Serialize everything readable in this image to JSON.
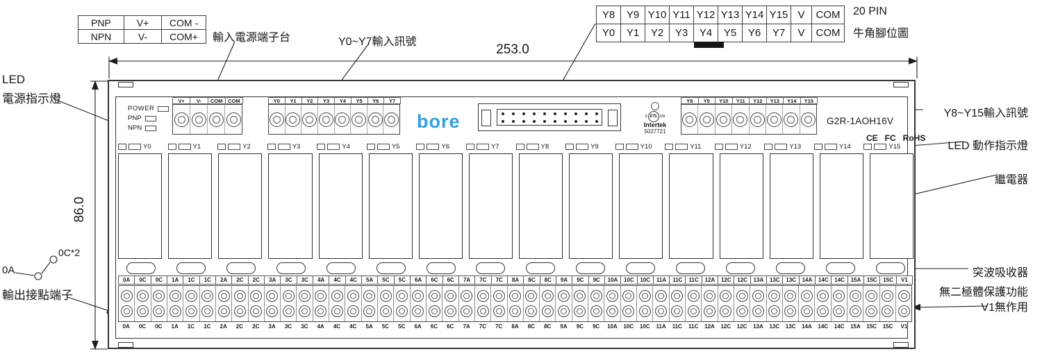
{
  "pnp_table": {
    "rows": [
      [
        "PNP",
        "V+",
        "COM -"
      ],
      [
        "NPN",
        "V-",
        "COM+"
      ]
    ]
  },
  "pin_table": {
    "row1": [
      "Y8",
      "Y9",
      "Y10",
      "Y11",
      "Y12",
      "Y13",
      "Y14",
      "Y15",
      "V",
      "COM"
    ],
    "row2": [
      "Y0",
      "Y1",
      "Y2",
      "Y3",
      "Y4",
      "Y5",
      "Y6",
      "Y7",
      "V",
      "COM"
    ],
    "caption1": "20 PIN",
    "caption2": "牛角腳位圖"
  },
  "dimensions": {
    "width_mm": "253.0",
    "height_mm": "86.0"
  },
  "labels": {
    "input_power_terminal": "輸入電源端子台",
    "y0_y7_input": "Y0~Y7輸入訊號",
    "y8_y15_input": "Y8~Y15輸入訊號",
    "led_action": "LED 動作指示燈",
    "relay": "繼電器",
    "surge_absorber": "突波吸收器",
    "no_diode": "無二極體保護功能",
    "v1_no_function": "V1無作用",
    "led": "LED",
    "power_indicator": "電源指示燈",
    "contact_a": "0A",
    "contact_c": "0C*2",
    "output_terminal": "輸出接點端子"
  },
  "board": {
    "power": "POWER",
    "pnp": "PNP",
    "npn": "NPN",
    "logo": "bore",
    "model": "G2R-1AOH16V",
    "power_terminals": [
      "V+",
      "V-",
      "COM",
      "COM"
    ],
    "left_inputs": [
      "Y0",
      "Y1",
      "Y2",
      "Y3",
      "Y4",
      "Y5",
      "Y6",
      "Y7"
    ],
    "right_inputs": [
      "Y8",
      "Y9",
      "Y10",
      "Y11",
      "Y12",
      "Y13",
      "Y14",
      "Y15"
    ],
    "led_labels": [
      "Y0",
      "Y1",
      "Y2",
      "Y3",
      "Y4",
      "Y5",
      "Y6",
      "Y7",
      "Y8",
      "Y9",
      "Y10",
      "Y11",
      "Y12",
      "Y13",
      "Y14",
      "Y15"
    ],
    "relay_count": 16,
    "surge_count": 16,
    "idc_pin_count": 20,
    "certs": {
      "c": "c",
      "etl": "ETL",
      "us": "us",
      "intertek": "Intertek",
      "number": "5027721",
      "ce": "CE",
      "fcc": "FC",
      "rohs": "RoHS"
    },
    "bottom_terminals": [
      "0A",
      "0C",
      "0C",
      "1A",
      "1C",
      "1C",
      "2A",
      "2C",
      "2C",
      "3A",
      "3C",
      "3C",
      "4A",
      "4C",
      "4C",
      "5A",
      "5C",
      "5C",
      "6A",
      "6C",
      "6C",
      "7A",
      "7C",
      "7C",
      "8A",
      "8C",
      "8C",
      "9A",
      "9C",
      "9C",
      "10A",
      "10C",
      "10C",
      "11A",
      "11C",
      "11C",
      "12A",
      "12C",
      "12C",
      "13A",
      "13C",
      "13C",
      "14A",
      "14C",
      "14C",
      "15A",
      "15C",
      "15C",
      "V1"
    ]
  }
}
